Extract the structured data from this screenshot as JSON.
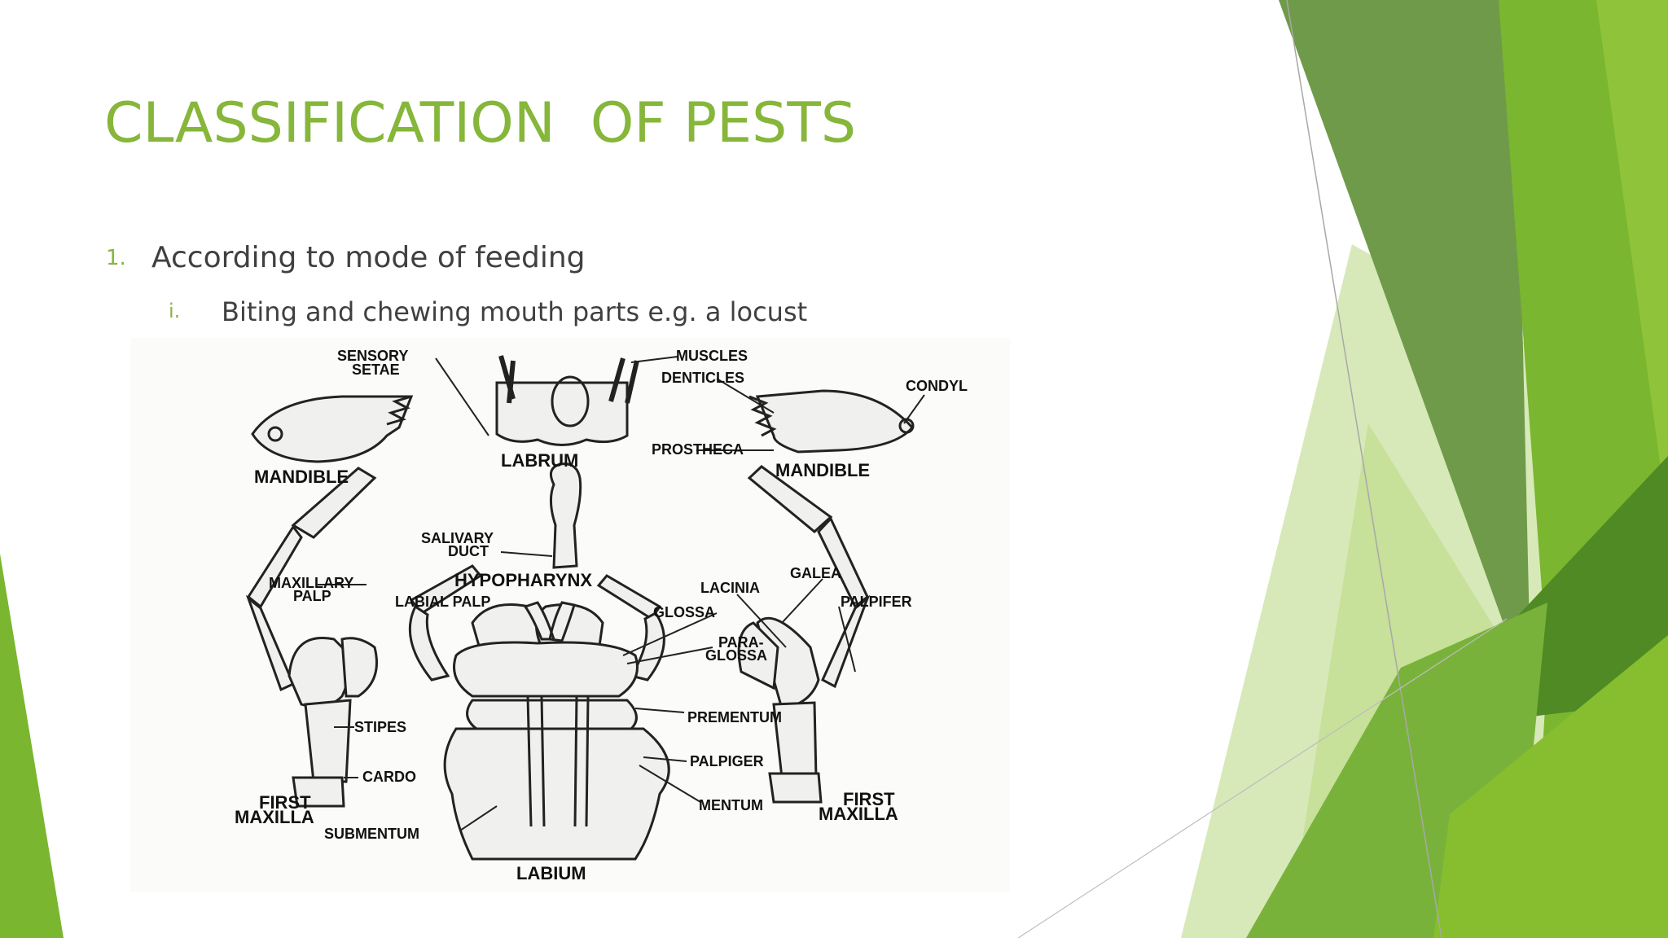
{
  "slide": {
    "title": "CLASSIFICATION  OF PESTS",
    "list": [
      {
        "number": "1.",
        "text": "According to mode of feeding",
        "sub": [
          {
            "number": "i.",
            "text": "Biting and chewing mouth parts e.g. a locust"
          }
        ]
      }
    ]
  },
  "diagram": {
    "labels": {
      "sensory_setae_1": "SENSORY",
      "sensory_setae_2": "SETAE",
      "muscles": "MUSCLES",
      "denticles": "DENTICLES",
      "condyl": "CONDYL",
      "prostheca": "PROSTHECA",
      "mandible_left": "MANDIBLE",
      "labrum": "LABRUM",
      "mandible_right": "MANDIBLE",
      "salivary_duct_1": "SALIVARY",
      "salivary_duct_2": "DUCT",
      "hypopharynx": "HYPOPHARYNX",
      "maxillary_palp_1": "MAXILLARY",
      "maxillary_palp_2": "PALP",
      "labial_palp": "LABIAL PALP",
      "lacinia": "LACINIA",
      "galea": "GALEA",
      "palpifer": "PALPIFER",
      "glossa": "GLOSSA",
      "paraglossa_1": "PARA-",
      "paraglossa_2": "GLOSSA",
      "stipes": "STIPES",
      "prementum": "PREMENTUM",
      "cardo": "CARDO",
      "palpiger": "PALPIGER",
      "first_maxilla_left_1": "FIRST",
      "first_maxilla_left_2": "MAXILLA",
      "mentum": "MENTUM",
      "first_maxilla_right_1": "FIRST",
      "first_maxilla_right_2": "MAXILLA",
      "submentum": "SUBMENTUM",
      "labium": "LABIUM"
    }
  },
  "theme": {
    "accent": "#86b63a",
    "text": "#404040",
    "greens": [
      "#6f9a4a",
      "#7ab62f",
      "#8fc43a",
      "#c7e09a",
      "#4f8a24"
    ]
  }
}
